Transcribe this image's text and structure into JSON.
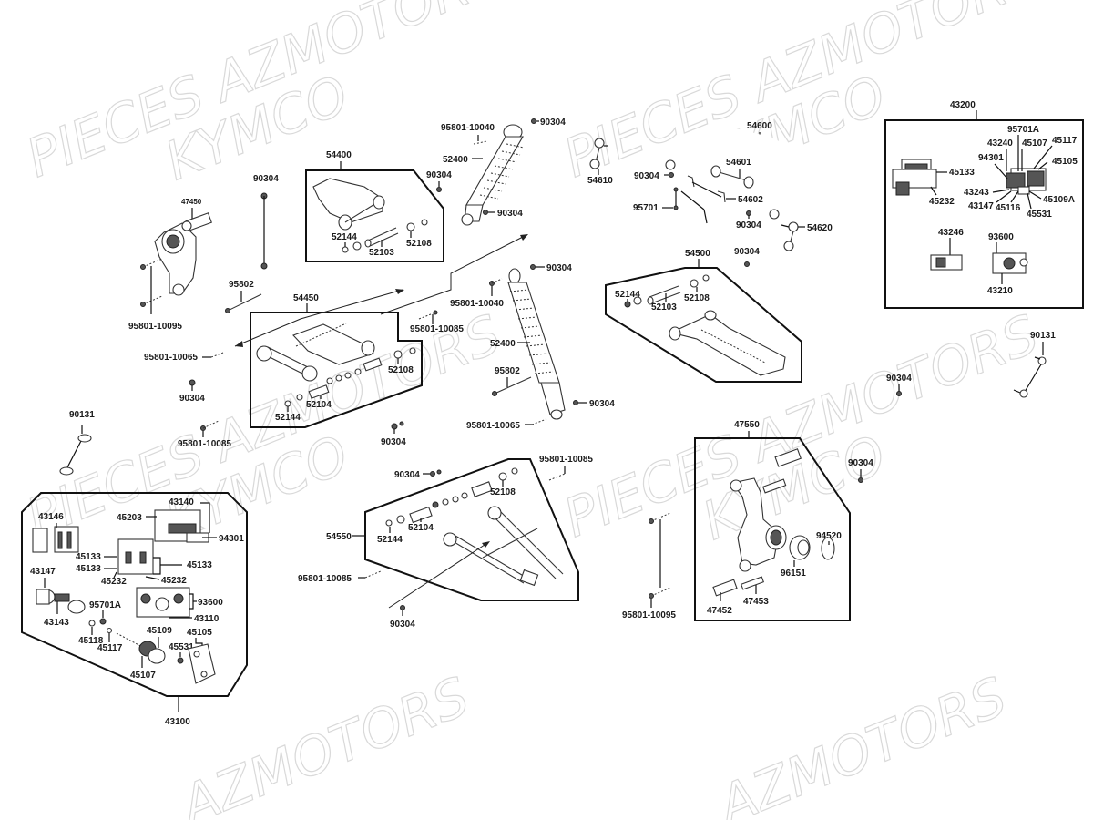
{
  "watermarks": [
    {
      "line1": "PIECES AZMOTORS",
      "line2": "KYMCO"
    },
    {
      "line1": "PIECES AZMOTORS",
      "line2": "KYMCO"
    },
    {
      "line1": "PIECES AZMOTORS",
      "line2": "KYMCO"
    },
    {
      "line1": "PIECES AZMOTORS",
      "line2": "KYMCO"
    },
    {
      "line1": "AZMOTORS"
    },
    {
      "line1": "AZMOTORS"
    }
  ],
  "groups": {
    "g43200": {
      "ref": "43200",
      "labels": [
        "95701A",
        "43240",
        "45107",
        "45117",
        "94301",
        "45105",
        "45133",
        "45232",
        "43243",
        "43147",
        "45116",
        "45109A",
        "45531",
        "43246",
        "93600",
        "43210"
      ]
    },
    "g43100": {
      "ref": "43100",
      "labels": [
        "43140",
        "45203",
        "43146",
        "94301",
        "45133",
        "45133",
        "45133",
        "45232",
        "45232",
        "43147",
        "93600",
        "95701A",
        "43110",
        "43143",
        "45118",
        "45117",
        "45109",
        "45105",
        "45531",
        "45107"
      ]
    },
    "g54400": {
      "ref": "54400",
      "labels": [
        "52144",
        "52103",
        "52108"
      ]
    },
    "g54450": {
      "ref": "54450",
      "labels": [
        "52108",
        "52104",
        "52144"
      ]
    },
    "g54500": {
      "ref": "54500",
      "labels": [
        "52144",
        "52108",
        "52103"
      ]
    },
    "g54550": {
      "ref": "54550",
      "labels": [
        "52108",
        "52104",
        "52144"
      ]
    },
    "g47550": {
      "ref": "47550",
      "labels": [
        "94520",
        "96151",
        "47452",
        "47453"
      ]
    }
  },
  "loose": {
    "l47450": "47450",
    "l90304_a": "90304",
    "l95801_10095_a": "95801-10095",
    "l95802_a": "95802",
    "l95801_10065_a": "95801-10065",
    "l90304_b": "90304",
    "l95801_10085_a": "95801-10085",
    "l90304_c": "90304",
    "l90131_a": "90131",
    "l95801_10040_a": "95801-10040",
    "l90304_d": "90304",
    "l52400_a": "52400",
    "l90304_e": "90304",
    "l90304_f": "90304",
    "l95801_10040_b": "95801-10040",
    "l90304_g": "90304",
    "l95801_10085_b": "95801-10085",
    "l52400_b": "52400",
    "l95802_b": "95802",
    "l90304_h": "90304",
    "l95801_10065_b": "95801-10065",
    "l54610": "54610",
    "l54600": "54600",
    "l54601": "54601",
    "l90304_i": "90304",
    "l95701": "95701",
    "l54602": "54602",
    "l90304_j": "90304",
    "l54620": "54620",
    "l90304_k": "90304",
    "l90131_b": "90131",
    "l90304_l": "90304",
    "l90304_m": "90304",
    "l90304_n": "90304",
    "l95801_10085_c": "95801-10085",
    "l54550": "54550",
    "l95801_10085_d": "95801-10085",
    "l90304_o": "90304",
    "l95801_10095_b": "95801-10095"
  }
}
